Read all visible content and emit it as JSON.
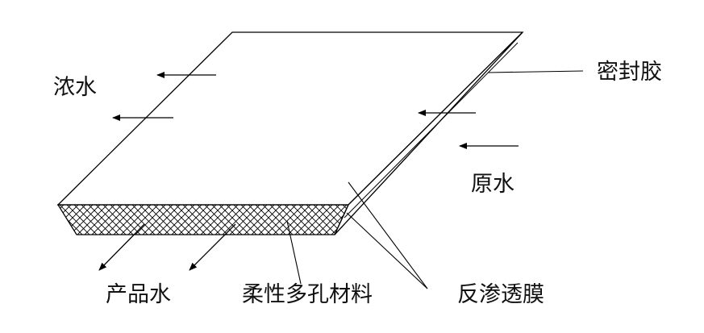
{
  "labels": {
    "concentrate": "浓水",
    "sealant": "密封胶",
    "feed": "原水",
    "product": "产品水",
    "porous": "柔性多孔材料",
    "membrane": "反渗透膜"
  },
  "colors": {
    "line": "#000000",
    "background": "#ffffff"
  }
}
